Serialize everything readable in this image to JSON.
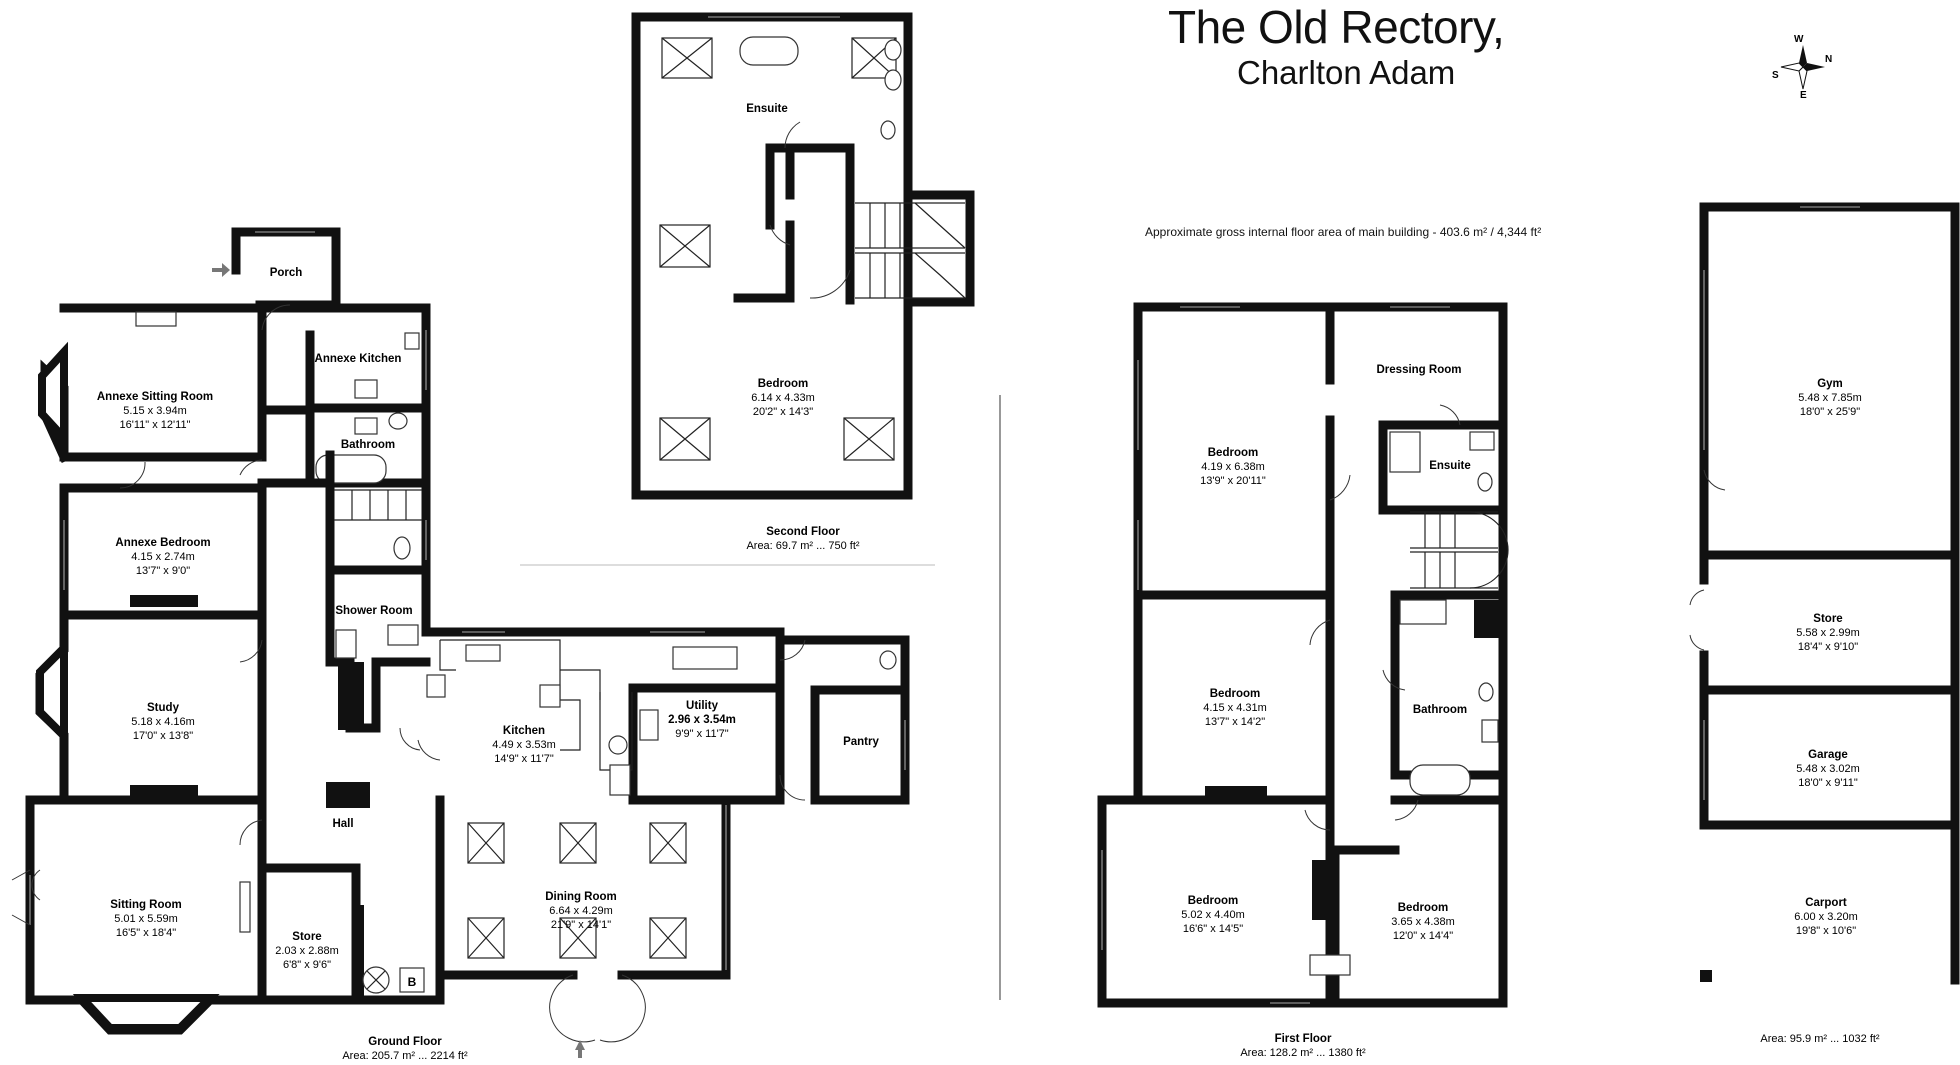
{
  "title": "The Old Rectory,",
  "subtitle": "Charlton Adam",
  "gross_area": "Approximate gross internal floor area of main building  -  403.6 m² / 4,344 ft²",
  "compass": {
    "n": "N",
    "s": "S",
    "e": "E",
    "w": "W"
  },
  "fixture_labels": {
    "boiler": "B"
  },
  "floors": {
    "ground": {
      "name": "Ground Floor",
      "area": "Area: 205.7 m² ... 2214 ft²"
    },
    "first": {
      "name": "First Floor",
      "area": "Area: 128.2 m² ... 1380 ft²"
    },
    "second": {
      "name": "Second Floor",
      "area": "Area: 69.7 m² ... 750 ft²"
    },
    "outbuildings": {
      "area": "Area: 95.9 m² ... 1032 ft²"
    }
  },
  "rooms": {
    "porch": {
      "name": "Porch"
    },
    "annexe_sitting": {
      "name": "Annexe Sitting Room",
      "metric": "5.15 x 3.94m",
      "imperial": "16'11\" x 12'11\""
    },
    "annexe_kitchen": {
      "name": "Annexe Kitchen"
    },
    "bathroom_ground": {
      "name": "Bathroom"
    },
    "annexe_bedroom": {
      "name": "Annexe Bedroom",
      "metric": "4.15 x 2.74m",
      "imperial": "13'7\" x 9'0\""
    },
    "shower_room": {
      "name": "Shower Room"
    },
    "study": {
      "name": "Study",
      "metric": "5.18 x 4.16m",
      "imperial": "17'0\" x 13'8\""
    },
    "kitchen": {
      "name": "Kitchen",
      "metric": "4.49 x 3.53m",
      "imperial": "14'9\" x 11'7\""
    },
    "utility": {
      "name": "Utility",
      "metric": "2.96 x 3.54m",
      "imperial": "9'9\" x 11'7\""
    },
    "pantry": {
      "name": "Pantry"
    },
    "hall": {
      "name": "Hall"
    },
    "sitting_room": {
      "name": "Sitting Room",
      "metric": "5.01 x 5.59m",
      "imperial": "16'5\" x 18'4\""
    },
    "store_ground": {
      "name": "Store",
      "metric": "2.03 x 2.88m",
      "imperial": "6'8\" x 9'6\""
    },
    "dining_room": {
      "name": "Dining Room",
      "metric": "6.64 x 4.29m",
      "imperial": "21'9\" x 14'1\""
    },
    "ensuite_second": {
      "name": "Ensuite"
    },
    "bedroom_second": {
      "name": "Bedroom",
      "metric": "6.14 x 4.33m",
      "imperial": "20'2\" x 14'3\""
    },
    "bedroom_f1": {
      "name": "Bedroom",
      "metric": "4.19 x 6.38m",
      "imperial": "13'9\" x 20'11\""
    },
    "dressing_room": {
      "name": "Dressing Room"
    },
    "ensuite_first": {
      "name": "Ensuite"
    },
    "bedroom_f2": {
      "name": "Bedroom",
      "metric": "4.15 x 4.31m",
      "imperial": "13'7\" x 14'2\""
    },
    "bathroom_first": {
      "name": "Bathroom"
    },
    "bedroom_f3": {
      "name": "Bedroom",
      "metric": "5.02 x 4.40m",
      "imperial": "16'6\" x 14'5\""
    },
    "bedroom_f4": {
      "name": "Bedroom",
      "metric": "3.65 x 4.38m",
      "imperial": "12'0\" x 14'4\""
    },
    "gym": {
      "name": "Gym",
      "metric": "5.48 x 7.85m",
      "imperial": "18'0\" x 25'9\""
    },
    "store_out": {
      "name": "Store",
      "metric": "5.58 x 2.99m",
      "imperial": "18'4\" x 9'10\""
    },
    "garage": {
      "name": "Garage",
      "metric": "5.48 x 3.02m",
      "imperial": "18'0\" x 9'11\""
    },
    "carport": {
      "name": "Carport",
      "metric": "6.00 x 3.20m",
      "imperial": "19'8\" x 10'6\""
    }
  }
}
